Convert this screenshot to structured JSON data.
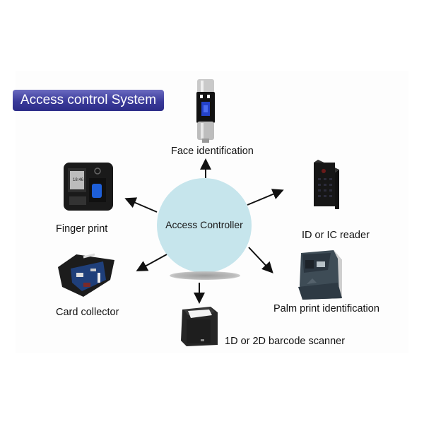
{
  "title": "Access control System",
  "center": {
    "label": "Access Controller"
  },
  "devices": [
    {
      "id": "face",
      "label": "Face identification",
      "icon": "face-recognition-terminal-icon"
    },
    {
      "id": "finger",
      "label": "Finger print",
      "icon": "fingerprint-reader-icon"
    },
    {
      "id": "idreader",
      "label": "ID or IC reader",
      "icon": "card-reader-icon"
    },
    {
      "id": "card",
      "label": "Card collector",
      "icon": "card-collector-icon"
    },
    {
      "id": "palm",
      "label": "Palm print identification",
      "icon": "palm-reader-icon"
    },
    {
      "id": "barcode",
      "label": "1D or 2D barcode scanner",
      "icon": "barcode-scanner-icon"
    }
  ],
  "colors": {
    "title_bg": "#3a3a9a",
    "hub": "#c6e5ec",
    "arrow": "#111111"
  }
}
